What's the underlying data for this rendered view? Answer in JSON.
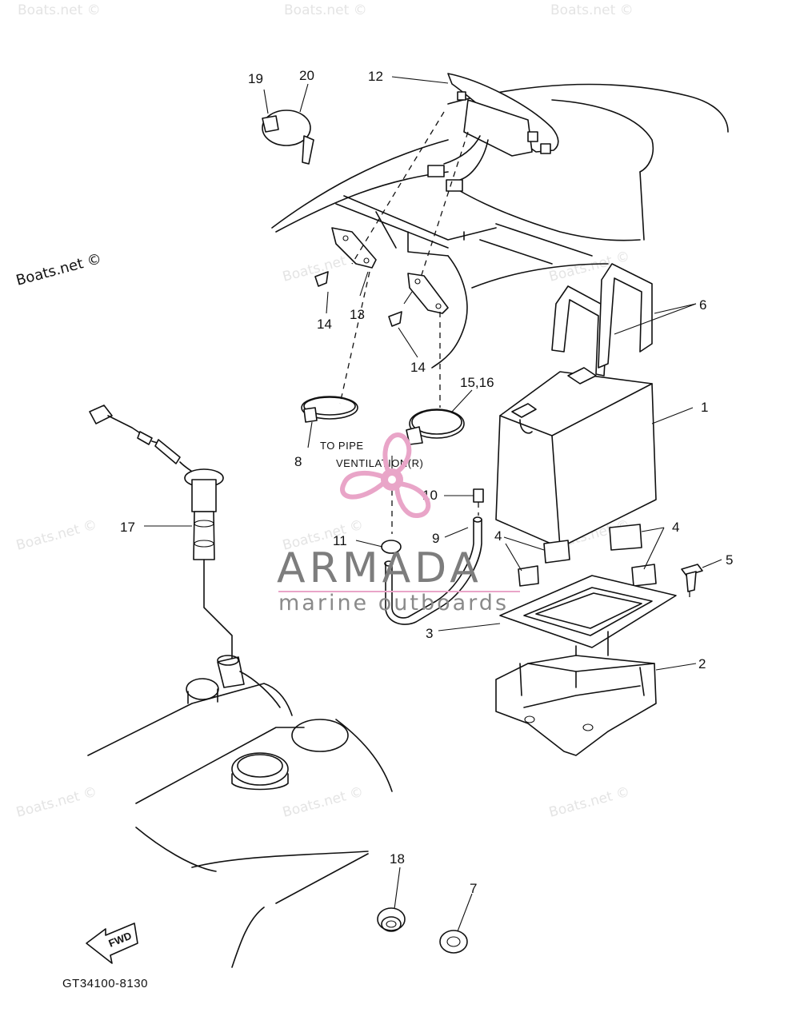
{
  "watermark": {
    "site_mark": "Boats.net ©",
    "tile_mark": "Boats.net ©"
  },
  "diagram_code": "GT34100-8130",
  "fwd_label": "FWD",
  "note": {
    "line1": "TO PIPE",
    "line2": "VENTILATION(R)"
  },
  "brand": {
    "name": "ARMADA",
    "tagline": "marine outboards",
    "logo_color": "#e9a5c8"
  },
  "callouts": {
    "c1": "1",
    "c2": "2",
    "c3": "3",
    "c4a": "4",
    "c4b": "4",
    "c5": "5",
    "c6": "6",
    "c7": "7",
    "c8": "8",
    "c9": "9",
    "c10": "10",
    "c11": "11",
    "c12": "12",
    "c13": "13",
    "c14a": "14",
    "c14b": "14",
    "c15_16": "15,16",
    "c17": "17",
    "c18": "18",
    "c19": "19",
    "c20": "20"
  }
}
